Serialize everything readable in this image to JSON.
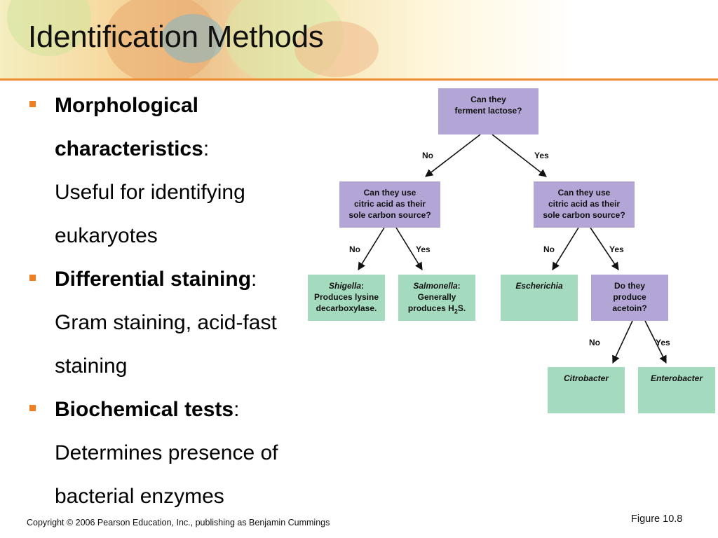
{
  "slide": {
    "title": "Identification Methods",
    "copyright": "Copyright © 2006 Pearson Education, Inc., publishing as Benjamin Cummings",
    "figure_ref": "Figure 10.8"
  },
  "bullets": [
    {
      "term": "Morphological characteristics",
      "sep": ":",
      "desc": "Useful for identifying eukaryotes"
    },
    {
      "term": "Differential staining",
      "sep": ":",
      "desc": "Gram staining, acid-fast staining"
    },
    {
      "term": "Biochemical tests",
      "sep": ":",
      "desc": "Determines presence of bacterial enzymes"
    }
  ],
  "diagram": {
    "nodes": {
      "lactose": {
        "line1": "Can they",
        "line2": "ferment lactose?"
      },
      "citric_left": {
        "line1": "Can they use",
        "line2": "citric acid as their",
        "line3": "sole carbon source?"
      },
      "citric_right": {
        "line1": "Can they use",
        "line2": "citric acid as their",
        "line3": "sole carbon source?"
      },
      "shigella": {
        "genus": "Shigella",
        "sep": ":",
        "line2": "Produces lysine",
        "line3": "decarboxylase."
      },
      "salmonella": {
        "genus": "Salmonella",
        "sep": ":",
        "line2": "Generally",
        "line3_pre": "produces H",
        "sub": "2",
        "line3_post": "S."
      },
      "escherichia": {
        "genus": "Escherichia"
      },
      "acetoin": {
        "line1": "Do they",
        "line2": "produce",
        "line3": "acetoin?"
      },
      "citrobacter": {
        "genus": "Citrobacter"
      },
      "enterobacter": {
        "genus": "Enterobacter"
      }
    },
    "edges": {
      "lactose_no": "No",
      "lactose_yes": "Yes",
      "left_no": "No",
      "left_yes": "Yes",
      "right_no": "No",
      "right_yes": "Yes",
      "acetoin_no": "No",
      "acetoin_yes": "Yes"
    },
    "colors": {
      "question": "#b3a6d6",
      "result": "#a4dbbf",
      "accent": "#f07f22"
    }
  }
}
